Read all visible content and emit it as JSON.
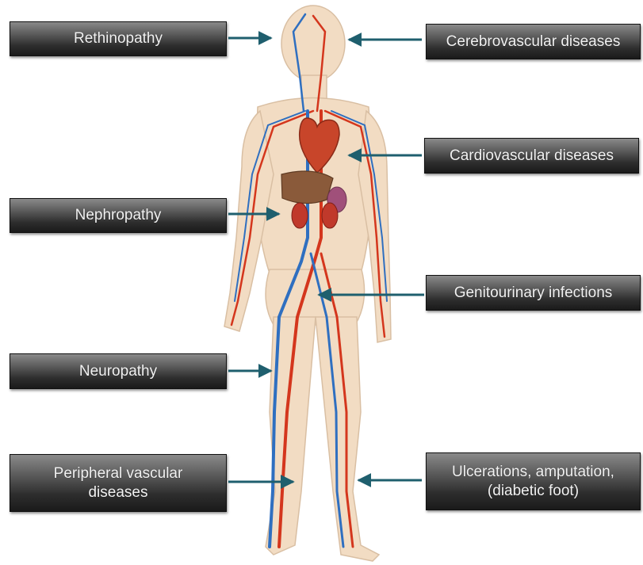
{
  "labels": {
    "retinopathy": "Rethinopathy",
    "cerebrovascular": "Cerebrovascular diseases",
    "cardiovascular": "Cardiovascular diseases",
    "nephropathy": "Nephropathy",
    "genitourinary": "Genitourinary infections",
    "neuropathy": "Neuropathy",
    "peripheral_vascular": "Peripheral vascular\ndiseases",
    "ulcerations": "Ulcerations, amputation,\n(diabetic foot)"
  },
  "colors": {
    "arrow": "#1f5f6e",
    "artery": "#d4361d",
    "vein": "#2f6fc0",
    "skin": "#f2dcc3",
    "heart": "#c8452a",
    "kidney": "#c0392b",
    "liver": "#8a5a3a"
  }
}
